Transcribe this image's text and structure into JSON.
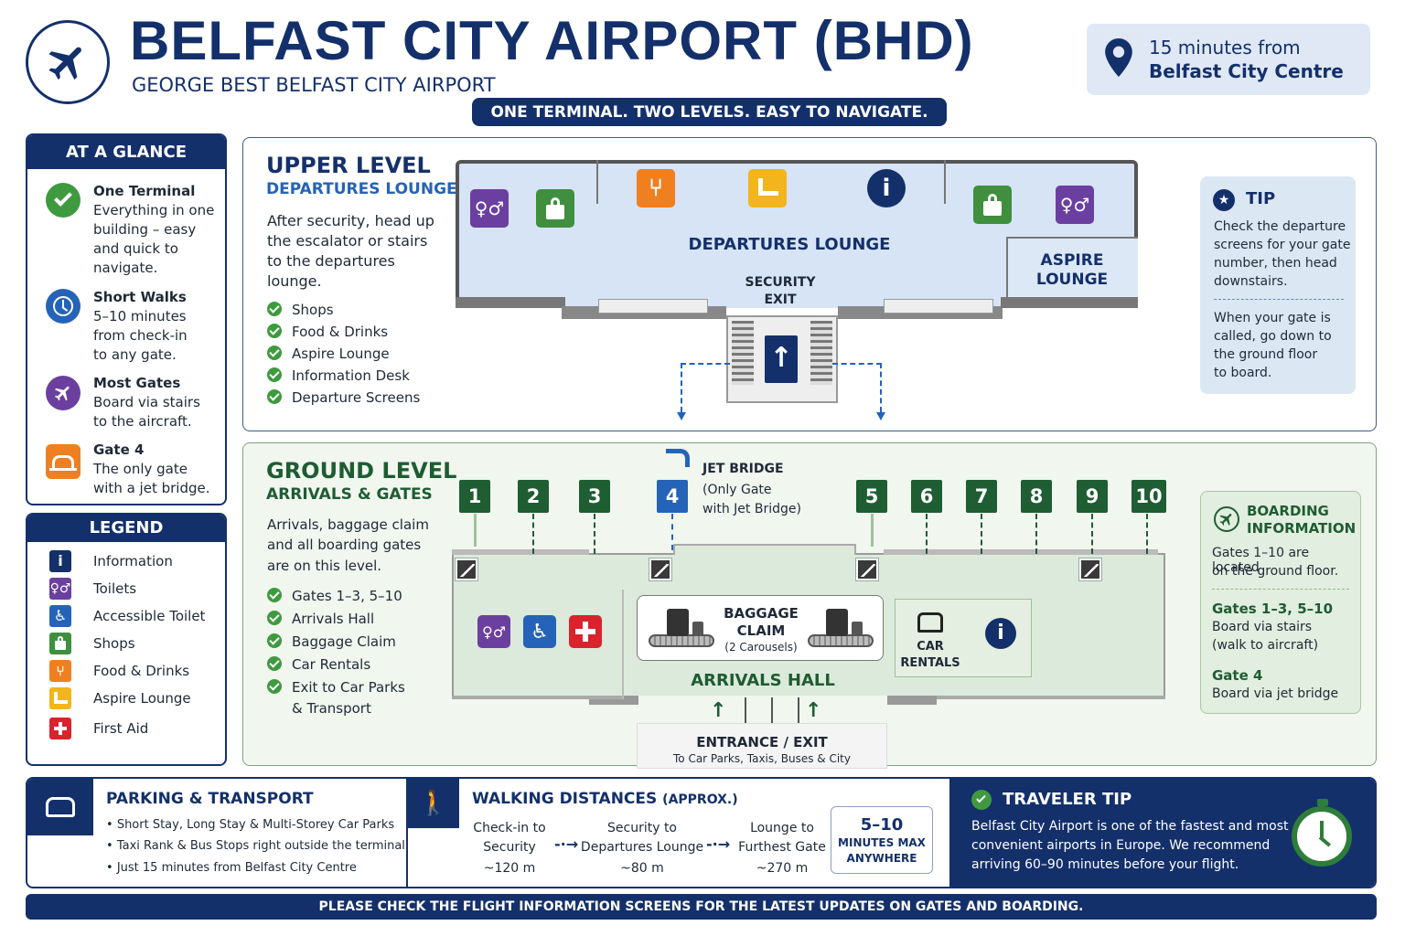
{
  "header": {
    "title": "BELFAST CITY AIRPORT (BHD)",
    "subtitle": "GEORGE BEST BELFAST CITY AIRPORT",
    "banner": "ONE TERMINAL. TWO LEVELS. EASY TO NAVIGATE.",
    "location_line1": "15 minutes from",
    "location_line2": "Belfast City Centre"
  },
  "glance": {
    "title": "AT A GLANCE",
    "items": [
      {
        "title": "One Terminal",
        "l1": "Everything in one",
        "l2": "building – easy",
        "l3": "and quick to",
        "l4": "navigate.",
        "icon": "check-icon",
        "color": "#3f9a3f"
      },
      {
        "title": "Short Walks",
        "l1": "5–10 minutes",
        "l2": "from check-in",
        "l3": "to any gate.",
        "icon": "clock-icon",
        "color": "#2563b8"
      },
      {
        "title": "Most Gates",
        "l1": "Board via stairs",
        "l2": "to the aircraft.",
        "icon": "plane-icon",
        "color": "#6b3fa0"
      },
      {
        "title": "Gate 4",
        "l1": "The only gate",
        "l2": "with a jet bridge.",
        "icon": "jet-bridge-icon",
        "color": "#f07f1f"
      }
    ]
  },
  "legend": {
    "title": "LEGEND",
    "items": [
      {
        "label": "Information",
        "icon": "information-icon",
        "color": "#14306b"
      },
      {
        "label": "Toilets",
        "icon": "toilets-icon",
        "color": "#6b3fa0"
      },
      {
        "label": "Accessible Toilet",
        "icon": "accessible-toilet-icon",
        "color": "#2563b8"
      },
      {
        "label": "Shops",
        "icon": "shopping-bag-icon",
        "color": "#3f8f3f"
      },
      {
        "label": "Food & Drinks",
        "icon": "food-drinks-icon",
        "color": "#f07f1f"
      },
      {
        "label": "Aspire Lounge",
        "icon": "lounge-chair-icon",
        "color": "#f2b51c"
      },
      {
        "label": "First Aid",
        "icon": "first-aid-icon",
        "color": "#d9232d"
      }
    ]
  },
  "upper": {
    "title": "UPPER LEVEL",
    "subtitle": "DEPARTURES LOUNGE",
    "desc1": "After security, head up",
    "desc2": "the escalator or stairs",
    "desc3": "to the departures",
    "desc4": "lounge.",
    "list": [
      "Shops",
      "Food & Drinks",
      "Aspire Lounge",
      "Information Desk",
      "Departure Screens"
    ],
    "map_lounge": "DEPARTURES LOUNGE",
    "map_aspire1": "ASPIRE",
    "map_aspire2": "LOUNGE",
    "security1": "SECURITY",
    "security2": "EXIT"
  },
  "tip": {
    "title": "TIP",
    "l1": "Check the departure",
    "l2": "screens for your gate",
    "l3": "number, then head",
    "l4": "downstairs.",
    "l5": "When your gate is",
    "l6": "called, go down to",
    "l7": "the ground floor",
    "l8": "to board."
  },
  "ground": {
    "title": "GROUND LEVEL",
    "subtitle": "ARRIVALS & GATES",
    "desc1": "Arrivals, baggage claim",
    "desc2": "and all boarding gates",
    "desc3": "are on this level.",
    "list": [
      "Gates 1–3, 5–10",
      "Arrivals Hall",
      "Baggage Claim",
      "Car Rentals",
      "Exit to Car Parks"
    ],
    "list_extra": "& Transport",
    "gates": [
      "1",
      "2",
      "3",
      "4",
      "5",
      "6",
      "7",
      "8",
      "9",
      "10"
    ],
    "jet1": "JET BRIDGE",
    "jet2": "(Only Gate",
    "jet3": "with Jet Bridge)",
    "baggage1": "BAGGAGE",
    "baggage2": "CLAIM",
    "baggage3": "(2 Carousels)",
    "car1": "CAR",
    "car2": "RENTALS",
    "arrivals": "ARRIVALS HALL",
    "entrance": "ENTRANCE / EXIT",
    "entrance_sub": "To Car Parks, Taxis, Buses & City"
  },
  "boarding": {
    "title1": "BOARDING",
    "title2": "INFORMATION",
    "l1": "Gates 1–10 are located",
    "l2": "on the ground floor.",
    "g1": "Gates 1–3, 5–10",
    "g1a": "Board via stairs",
    "g1b": "(walk to aircraft)",
    "g2": "Gate 4",
    "g2a": "Board via jet bridge"
  },
  "parking": {
    "title": "PARKING & TRANSPORT",
    "items": [
      "Short Stay, Long Stay & Multi-Storey Car Parks",
      "Taxi Rank & Bus Stops right outside the terminal",
      "Just 15 minutes from Belfast City Centre"
    ]
  },
  "walking": {
    "title": "WALKING DISTANCES",
    "approx": "(APPROX.)",
    "steps": [
      {
        "a": "Check-in to",
        "b": "Security",
        "d": "~120 m"
      },
      {
        "a": "Security to",
        "b": "Departures Lounge",
        "d": "~80 m"
      },
      {
        "a": "Lounge to",
        "b": "Furthest Gate",
        "d": "~270 m"
      }
    ],
    "max1": "5–10",
    "max2": "MINUTES MAX",
    "max3": "ANYWHERE"
  },
  "traveler": {
    "title": "TRAVELER TIP",
    "l1": "Belfast City Airport is one of the fastest and most",
    "l2": "convenient airports in Europe. We recommend",
    "l3": "arriving 60–90 minutes before your flight."
  },
  "footer": "PLEASE CHECK THE FLIGHT INFORMATION SCREENS FOR THE LATEST UPDATES ON GATES AND BOARDING."
}
